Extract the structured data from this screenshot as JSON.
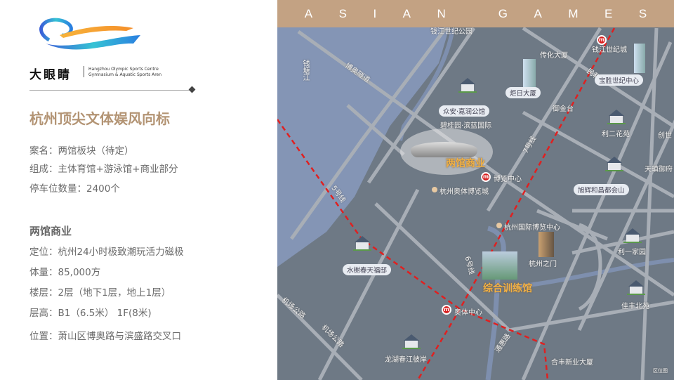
{
  "logo": {
    "brand_cn": "大眼睛",
    "brand_en_1": "Hangzhou Olympic Sports Centre",
    "brand_en_2": "Gymnasium & Aquatic Sports Aren"
  },
  "title": "杭州顶尖文体娱风向标",
  "project": {
    "name": "案名：两馆板块（待定）",
    "composition": "组成：主体育馆+游泳馆+商业部分",
    "parking": "停车位数量：2400个"
  },
  "commercial": {
    "heading": "两馆商业",
    "positioning": "定位：杭州24小时极致潮玩活力磁极",
    "volume": "体量：85,000方",
    "floors": "楼层：2层（地下1层，地上1层）",
    "height": "层高：B1（6.5米）   1F(8米)",
    "location": "位置：萧山区博奥路与滨盛路交叉口"
  },
  "map": {
    "banner": [
      "A",
      "S",
      "I",
      "A",
      "N",
      "",
      "G",
      "A",
      "M",
      "E",
      "S"
    ],
    "labels": {
      "park": "钱江世纪公园",
      "river": "钱塘江",
      "tunnel": "博奥隧道",
      "chuanhua": "传化大厦",
      "qjsjc": "钱江世纪城",
      "minhe": "民和路",
      "yujintai": "御金台",
      "lier": "利二花苑",
      "biguiyuan": "碧桂园·滨蓝国际",
      "line7": "7号线",
      "chuangshi": "创世",
      "tianxi": "天瑱御府",
      "line5": "5号线",
      "aotibolan": "杭州奥体博览城",
      "guojibolan": "杭州国际博览中心",
      "gate": "杭州之门",
      "line6": "6号线",
      "liyi": "利一家园",
      "jiafeng": "佳丰北苑",
      "airport1": "机场公路",
      "airport2": "机场公路",
      "longhu": "龙湖春江彼岸",
      "hefeng": "合丰新业大厦",
      "tonghui": "通惠路",
      "caption": "区位图"
    },
    "pills": {
      "zhongan": "众安·嘉润公馆",
      "juri": "炬日大厦",
      "baosheng": "宝胜世纪中心",
      "xuhui": "旭辉和昌都会山",
      "shuixie": "水榭春天福邸"
    },
    "highlights": {
      "liangguan": "两馆商业",
      "training": "综合训练馆"
    },
    "metro": {
      "icon": "metro-icon",
      "stations": {
        "qjsjc": "",
        "bolan": "博览中心",
        "aoti": "奥体中心"
      }
    },
    "colors": {
      "banner": "#c3a283",
      "river": "#8495b5",
      "land": "#6e7985",
      "road": "#a8aeb6",
      "metro_line": "#e02020",
      "title": "#b39474"
    }
  }
}
